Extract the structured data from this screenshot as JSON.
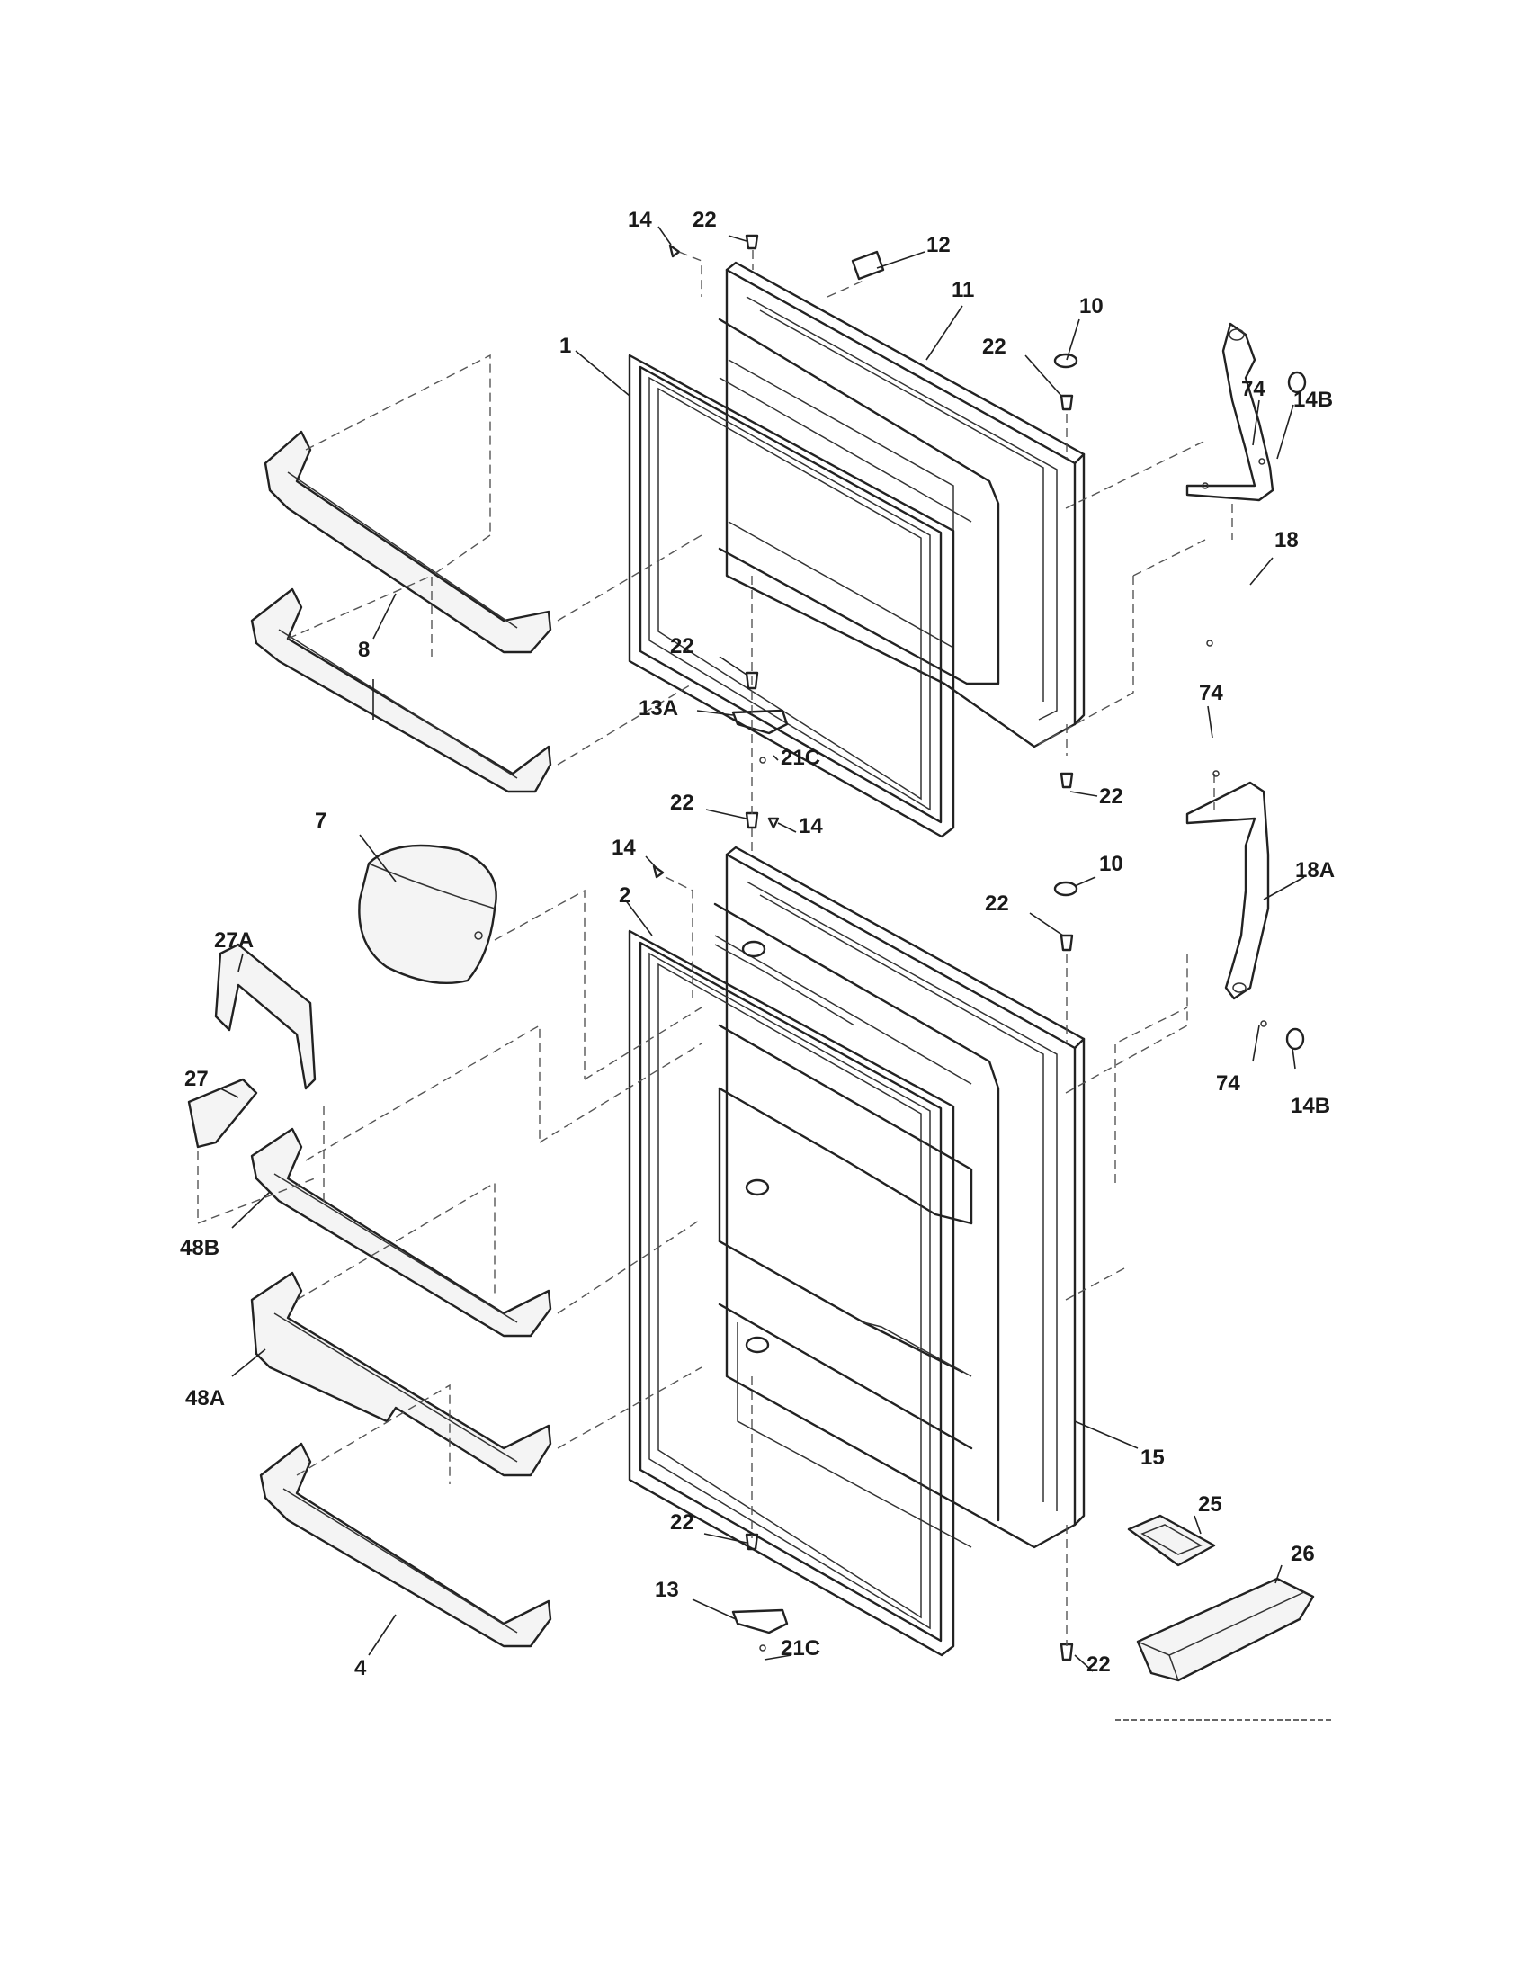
{
  "diagram": {
    "callouts": {
      "c14_top": "14",
      "c22_top": "22",
      "c12": "12",
      "c11": "11",
      "c10_top": "10",
      "c22_top_right": "22",
      "c74_top": "74",
      "c14B_top": "14B",
      "c1": "1",
      "c18": "18",
      "c8": "8",
      "c22_mid_left": "22",
      "c13A": "13A",
      "c21C_top": "21C",
      "c74_mid": "74",
      "c22_mid_right": "22",
      "c22_fresh_top": "22",
      "c14_fresh_top": "14",
      "c7": "7",
      "c14_fresh_left": "14",
      "c10_fresh": "10",
      "c2": "2",
      "c22_fresh_right": "22",
      "c18A": "18A",
      "c27A": "27A",
      "c27": "27",
      "c74_bottom": "74",
      "c14B_bottom": "14B",
      "c48B": "48B",
      "c48A": "48A",
      "c15": "15",
      "c25": "25",
      "c26": "26",
      "c22_bottom_left": "22",
      "c13": "13",
      "c21C_bottom": "21C",
      "c22_bottom_right": "22",
      "c4": "4"
    },
    "footer_code": ""
  }
}
